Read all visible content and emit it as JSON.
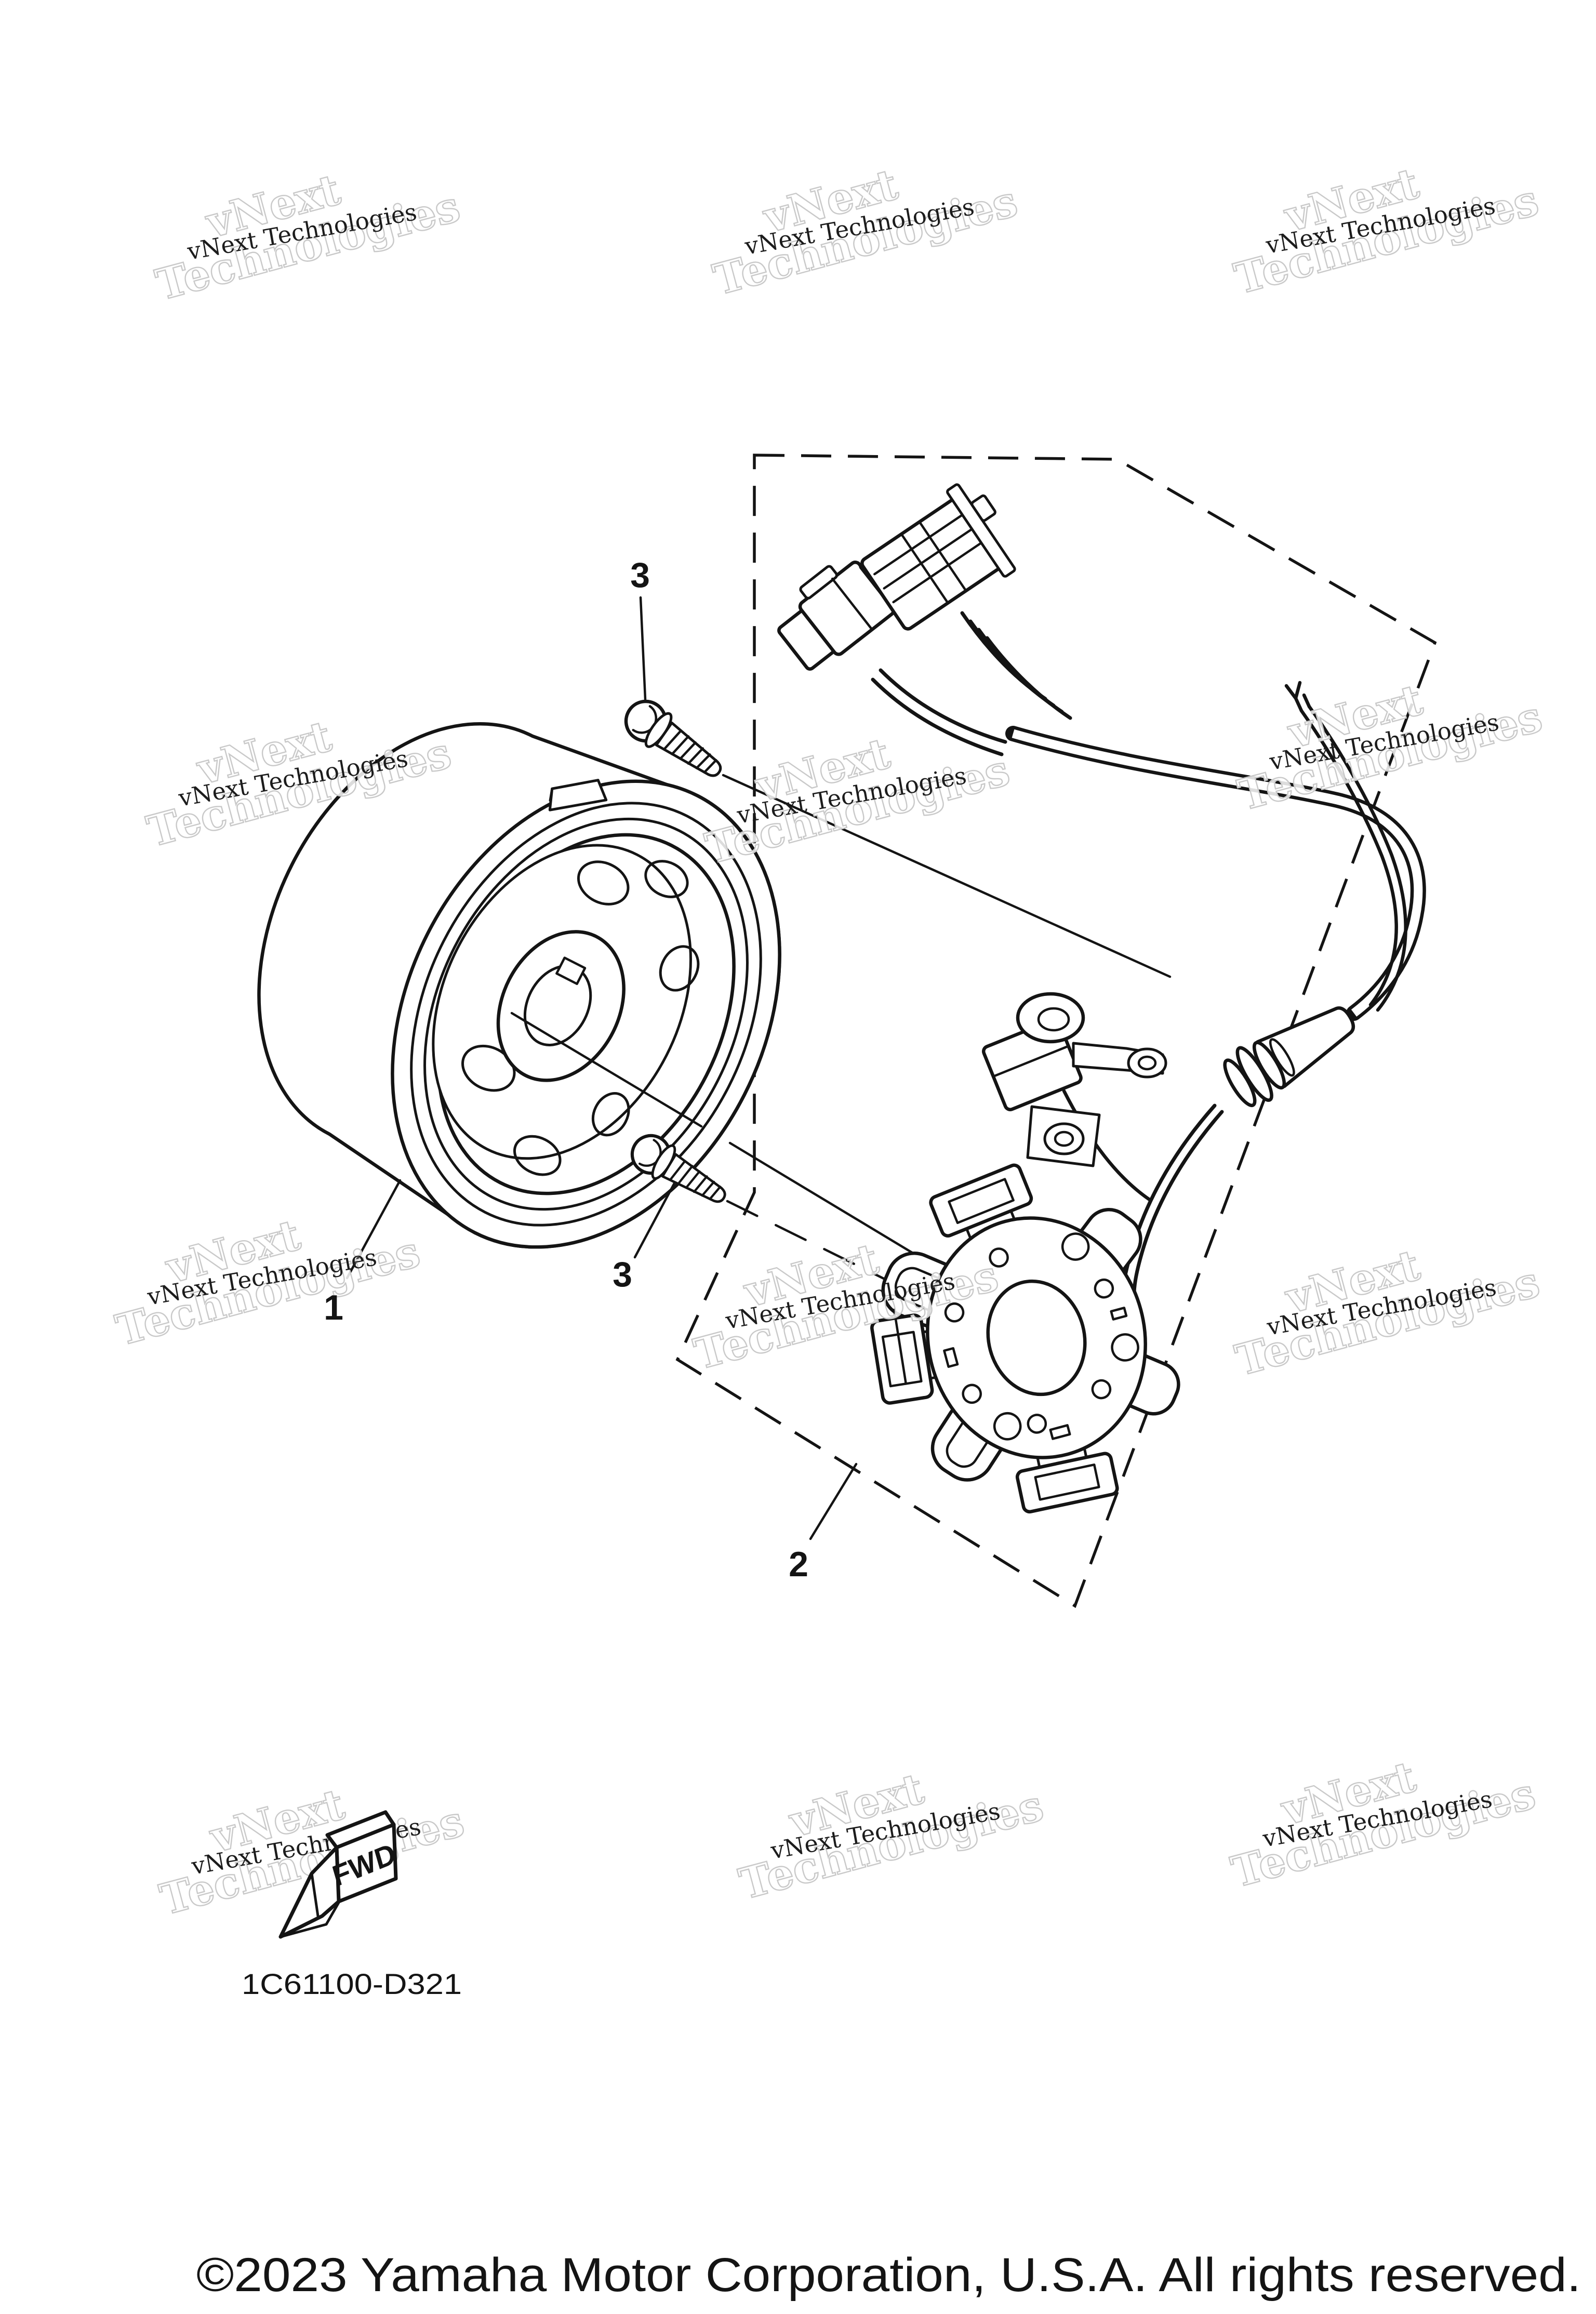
{
  "document": {
    "part_code": "1C61100-D321",
    "copyright": "©2023 Yamaha Motor Corporation, U.S.A. All rights reserved.",
    "fwd_label": "FWD"
  },
  "watermark": {
    "line1": "vNext",
    "line2": "Technologies",
    "small": "vNext Technologies"
  },
  "callouts": {
    "flywheel": "1",
    "stator": "2",
    "bolt_upper": "3",
    "bolt_lower": "3"
  },
  "colors": {
    "ink": "#141414",
    "background": "#ffffff",
    "watermark_outline": "#c9c9c9",
    "watermark_text": "#1c1c1c"
  }
}
